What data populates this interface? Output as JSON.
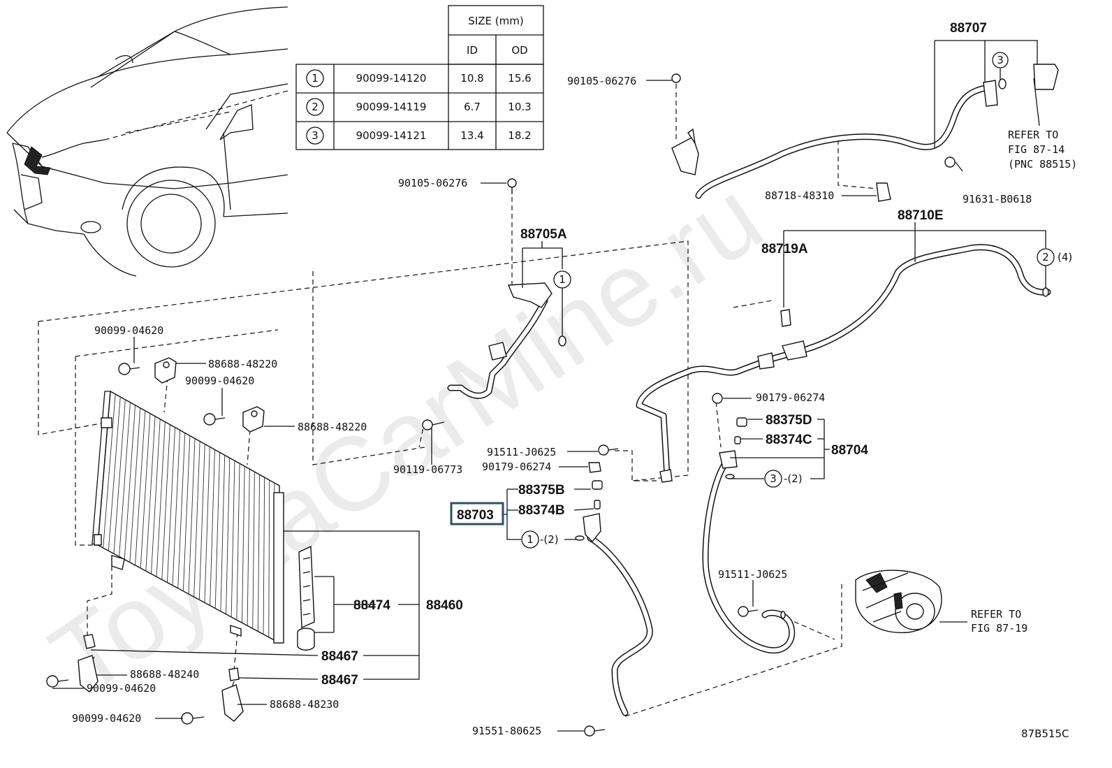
{
  "watermark": "ToyotaCarMine.ru",
  "figure_code": "87B515C",
  "table": {
    "title": "SIZE (mm)",
    "col_id": "ID",
    "col_od": "OD",
    "rows": [
      {
        "ref": "1",
        "part": "90099-14120",
        "id": "10.8",
        "od": "15.6"
      },
      {
        "ref": "2",
        "part": "90099-14119",
        "id": "6.7",
        "od": "10.3"
      },
      {
        "ref": "3",
        "part": "90099-14121",
        "id": "13.4",
        "od": "18.2"
      }
    ]
  },
  "refs": {
    "fig_87_14": [
      "REFER TO",
      "FIG 87-14",
      "(PNC 88515)"
    ],
    "fig_87_19": [
      "REFER TO",
      "FIG 87-19"
    ]
  },
  "labels": {
    "p88707": "88707",
    "p90105_a": "90105-06276",
    "p90105_b": "90105-06276",
    "p88718": "88718-48310",
    "p91631": "91631-B0618",
    "p88710E": "88710E",
    "p88719A": "88719A",
    "p88705A": "88705A",
    "p90099_a": "90099-04620",
    "p88688_a": "88688-48220",
    "p90099_b": "90099-04620",
    "p88688_b": "88688-48220",
    "p90119": "90119-06773",
    "p91511_a": "91511-J0625",
    "p90179_a": "90179-06274",
    "p88375B": "88375B",
    "p88374B": "88374B",
    "p88703": "88703",
    "p90179_b": "90179-06274",
    "p88375D": "88375D",
    "p88374C": "88374C",
    "p88704": "88704",
    "p91511_b": "91511-J0625",
    "p88474": "88474",
    "p88460": "88460",
    "p88467_a": "88467",
    "p88467_b": "88467",
    "p88688_c": "88688-48240",
    "p90099_c": "90099-04620",
    "p88688_d": "88688-48230",
    "p90099_d": "90099-04620",
    "p91551": "91551-80625"
  },
  "callouts": {
    "c1_top": "1",
    "c3_top": "3",
    "c2_right": "2",
    "c2_right_qty": "(4)",
    "c3_mid": "3",
    "c3_mid_qty": "-(2)",
    "c1_mid": "1",
    "c1_mid_qty": "-(2)"
  }
}
